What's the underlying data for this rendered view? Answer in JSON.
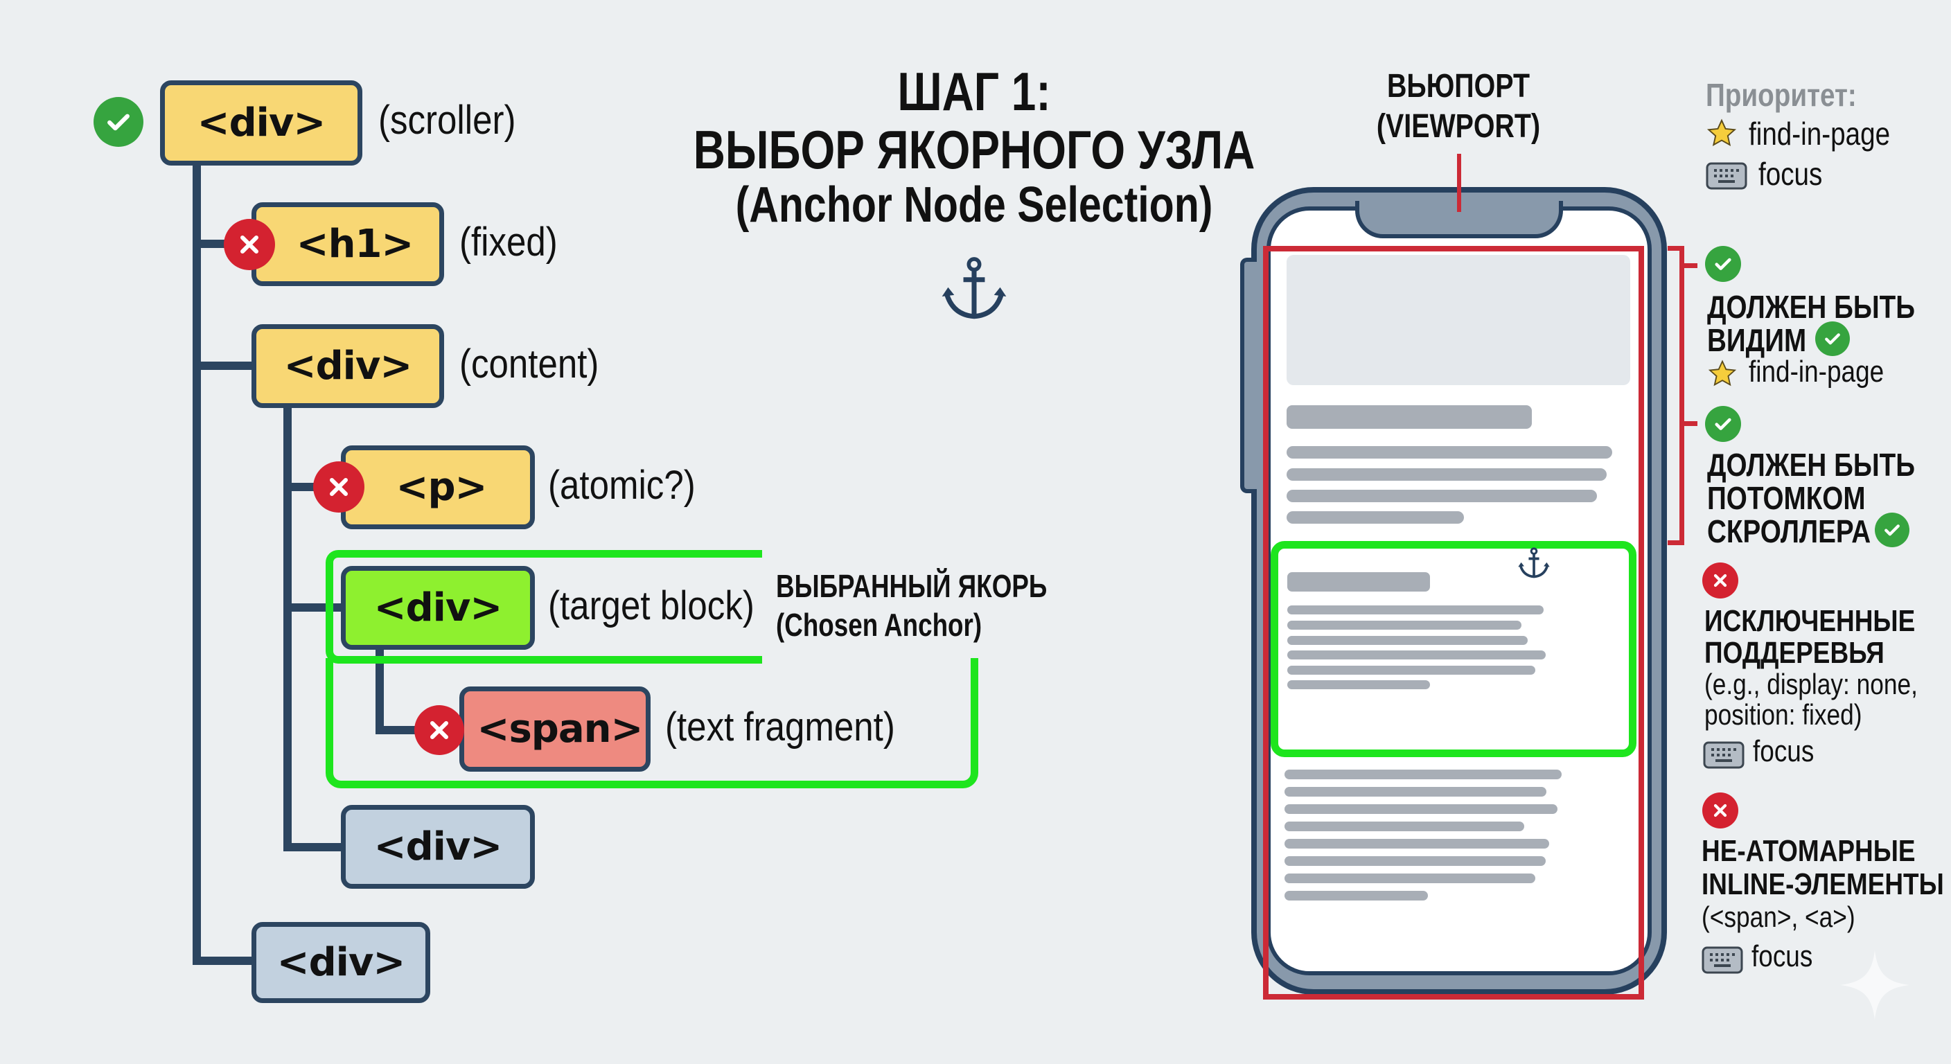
{
  "title": {
    "line1": "ШАГ 1:",
    "line2": "ВЫБОР ЯКОРНОГО УЗЛА",
    "line3": "(Anchor Node Selection)",
    "icon": "anchor-icon"
  },
  "tree": {
    "nodes": [
      {
        "tag": "<div>",
        "label": "(scroller)",
        "status": "valid",
        "color": "#f8d774"
      },
      {
        "tag": "<h1>",
        "label": "(fixed)",
        "status": "excluded",
        "color": "#f8d774"
      },
      {
        "tag": "<div>",
        "label": "(content)",
        "status": "none",
        "color": "#f8d774"
      },
      {
        "tag": "<p>",
        "label": "(atomic?)",
        "status": "excluded",
        "color": "#f8d774"
      },
      {
        "tag": "<div>",
        "label": "(target block)",
        "status": "chosen",
        "color": "#8ef02f"
      },
      {
        "tag": "<span>",
        "label": "(text fragment)",
        "status": "excluded",
        "color": "#ee8a80"
      },
      {
        "tag": "<div>",
        "label": "",
        "status": "none",
        "color": "#c2d1df"
      },
      {
        "tag": "<div>",
        "label": "",
        "status": "none",
        "color": "#c2d1df"
      }
    ],
    "chosen_anchor": {
      "line1": "ВЫБРАННЫЙ ЯКОРЬ",
      "line2": "(Chosen Anchor)"
    }
  },
  "viewport": {
    "label_line1": "ВЬЮПОРТ",
    "label_line2": "(VIEWPORT)"
  },
  "legend": {
    "priority_title": "Приоритет:",
    "priority_items": [
      {
        "icon": "star-icon",
        "text": "find-in-page"
      },
      {
        "icon": "keyboard-icon",
        "text": "focus"
      }
    ],
    "rules": [
      {
        "status": "valid",
        "line1": "ДОЛЖЕН БЫТЬ",
        "line2": "ВИДИМ",
        "sub_icon": "star-icon",
        "sub_text": "find-in-page"
      },
      {
        "status": "valid",
        "line1": "ДОЛЖЕН БЫТЬ",
        "line2": "ПОТОМКОМ",
        "line3": "СКРОЛЛЕРА"
      },
      {
        "status": "excluded",
        "line1": "ИСКЛЮЧЕННЫЕ",
        "line2": "ПОДДЕРЕВЬЯ",
        "note1": "(e.g., display: none,",
        "note2": "position: fixed)",
        "sub_icon": "keyboard-icon",
        "sub_text": "focus"
      },
      {
        "status": "excluded",
        "line1": "НЕ-АТОМАРНЫЕ",
        "line2": "INLINE-ЭЛЕМЕНТЫ",
        "note1": "(<span>, <a>)",
        "sub_icon": "keyboard-icon",
        "sub_text": "focus"
      }
    ]
  },
  "colors": {
    "background": "#eceff1",
    "outline": "#2c4560",
    "valid": "#36a43f",
    "excluded": "#d42230",
    "chosen_highlight": "#1ee51e",
    "viewport_frame": "#cc2a36",
    "phone_body": "#8899ab"
  }
}
